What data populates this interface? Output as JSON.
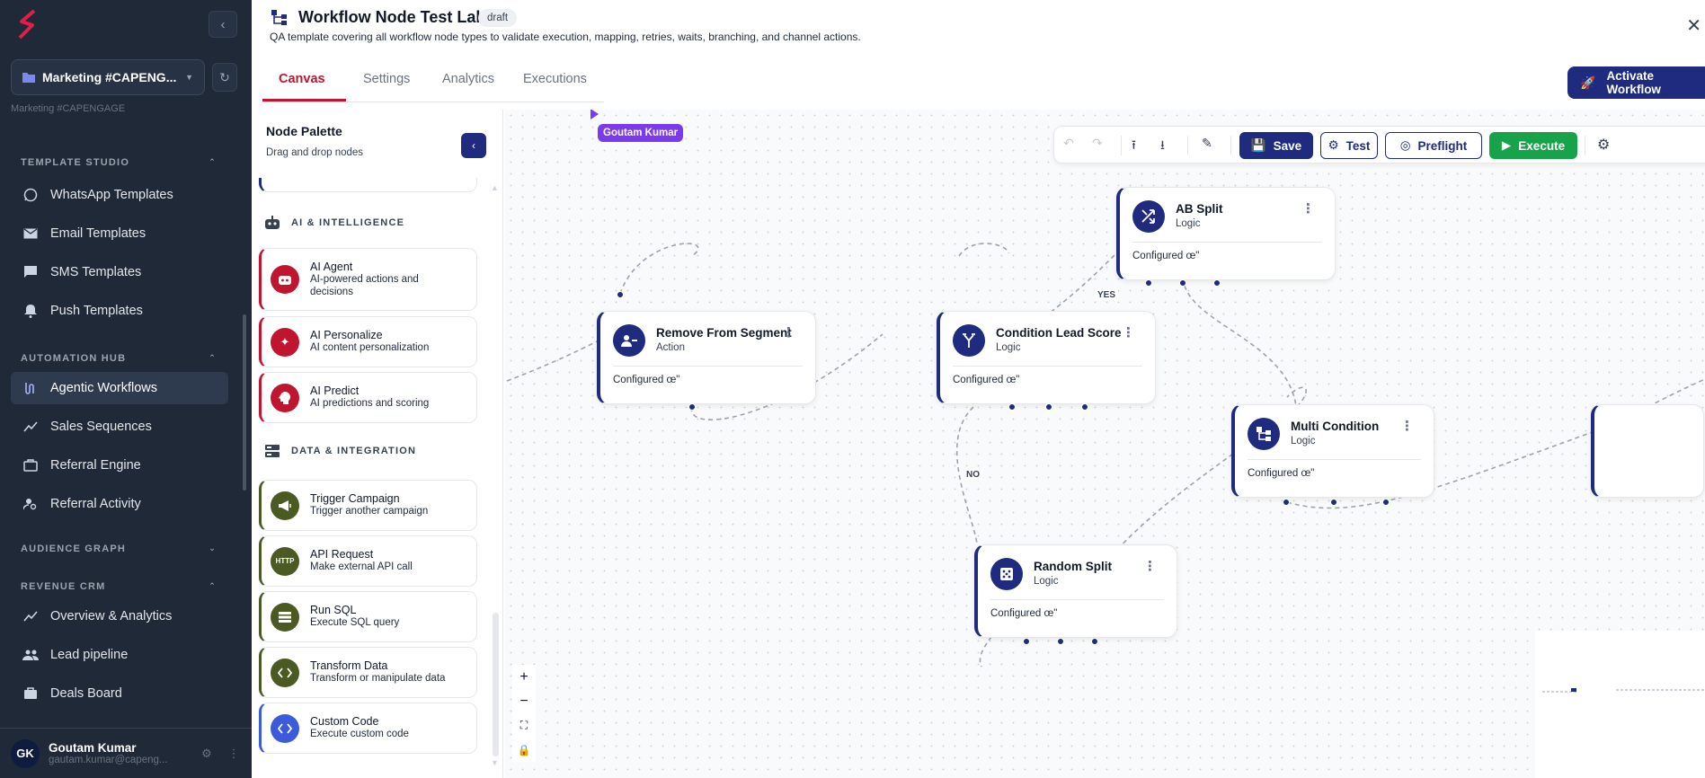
{
  "colors": {
    "sidebar_bg": "#1f2937",
    "brand": "#1e2b7f",
    "accent_red": "#c0152f",
    "execute_green": "#16a34a",
    "cursor_purple": "#7c3aed"
  },
  "sidebar": {
    "workspace": {
      "name": "Marketing #CAPENG...",
      "sub": "Marketing #CAPENGAGE"
    },
    "sections": [
      {
        "title": "TEMPLATE STUDIO",
        "items": [
          "WhatsApp Templates",
          "Email Templates",
          "SMS Templates",
          "Push Templates"
        ]
      },
      {
        "title": "AUTOMATION HUB",
        "items": [
          "Agentic Workflows",
          "Sales Sequences",
          "Referral Engine",
          "Referral Activity"
        ]
      },
      {
        "title": "AUDIENCE GRAPH",
        "items": []
      },
      {
        "title": "REVENUE CRM",
        "items": [
          "Overview & Analytics",
          "Lead pipeline",
          "Deals Board"
        ]
      }
    ],
    "user": {
      "initials": "GK",
      "name": "Goutam Kumar",
      "email": "gautam.kumar@capeng..."
    }
  },
  "header": {
    "title": "Workflow Node Test Lab",
    "status": "draft",
    "subtitle": "QA template covering all workflow node types to validate execution, mapping, retries, waits, branching, and channel actions."
  },
  "tabs": [
    "Canvas",
    "Settings",
    "Analytics",
    "Executions"
  ],
  "activate_label": "Activate Workflow",
  "palette": {
    "title": "Node Palette",
    "subtitle": "Drag and drop nodes",
    "categories": [
      {
        "title": "AI & INTELLIGENCE",
        "nodes": [
          {
            "name": "AI Agent",
            "desc1": "AI-powered actions and",
            "desc2": "decisions"
          },
          {
            "name": "AI Personalize",
            "desc1": "AI content personalization"
          },
          {
            "name": "AI Predict",
            "desc1": "AI predictions and scoring"
          }
        ]
      },
      {
        "title": "DATA & INTEGRATION",
        "nodes": [
          {
            "name": "Trigger Campaign",
            "desc1": "Trigger another campaign"
          },
          {
            "name": "API Request",
            "desc1": "Make external API call",
            "icon_text": "HTTP"
          },
          {
            "name": "Run SQL",
            "desc1": "Execute SQL query"
          },
          {
            "name": "Transform Data",
            "desc1": "Transform or manipulate data"
          },
          {
            "name": "Custom Code",
            "desc1": "Execute custom code"
          }
        ]
      }
    ]
  },
  "canvas": {
    "cursor_user": "Goutam Kumar",
    "toolbar": {
      "save": "Save",
      "test": "Test",
      "preflight": "Preflight",
      "execute": "Execute"
    },
    "nodes": [
      {
        "title": "Remove From Segment",
        "kind": "Action",
        "status": "Configured œ\""
      },
      {
        "title": "Condition Lead Score",
        "kind": "Logic",
        "status": "Configured œ\""
      },
      {
        "title": "AB Split",
        "kind": "Logic",
        "status": "Configured œ\""
      },
      {
        "title": "Multi Condition",
        "kind": "Logic",
        "status": "Configured œ\""
      },
      {
        "title": "Random Split",
        "kind": "Logic",
        "status": "Configured œ\""
      }
    ],
    "edge_labels": {
      "yes": "YES",
      "no": "NO"
    }
  }
}
